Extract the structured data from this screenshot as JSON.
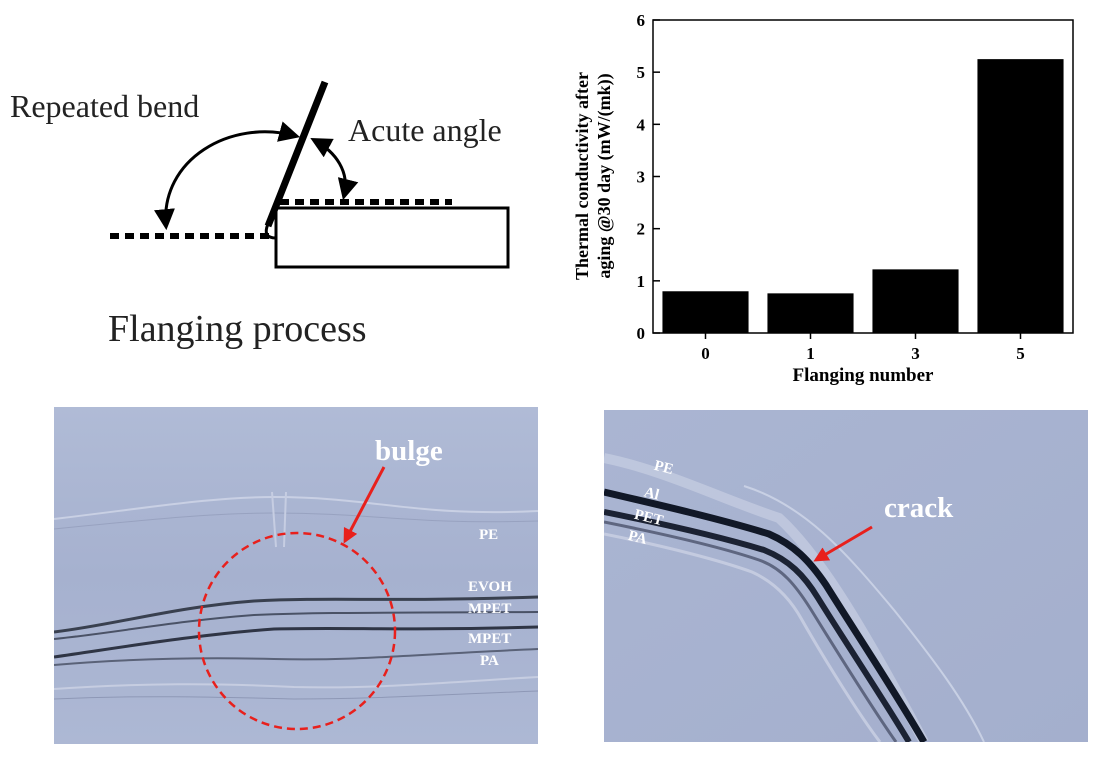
{
  "diagram": {
    "repeated_bend": "Repeated bend",
    "acute_angle": "Acute angle",
    "title": "Flanging process"
  },
  "chart_data": {
    "type": "bar",
    "categories": [
      "0",
      "1",
      "3",
      "5"
    ],
    "values": [
      0.8,
      0.76,
      1.22,
      5.25
    ],
    "xlabel": "Flanging number",
    "ylabel_line1": "Thermal conductivity after",
    "ylabel_line2": "aging @30 day (mW/(mk))",
    "ylim": [
      0,
      6
    ],
    "yticks": [
      "0",
      "1",
      "2",
      "3",
      "4",
      "5",
      "6"
    ],
    "bar_color": "#000000",
    "grid": false
  },
  "micrograph_left": {
    "bulge": "bulge",
    "layers": [
      "PE",
      "EVOH",
      "MPET",
      "MPET",
      "PA"
    ],
    "arrow_color": "#e8201c",
    "circle_color": "#e8201c",
    "background_color": "#a8b3d0"
  },
  "micrograph_right": {
    "crack": "crack",
    "layers": [
      "PE",
      "Al",
      "PET",
      "PA"
    ],
    "arrow_color": "#e8201c",
    "background_color": "#a9b4d1"
  }
}
